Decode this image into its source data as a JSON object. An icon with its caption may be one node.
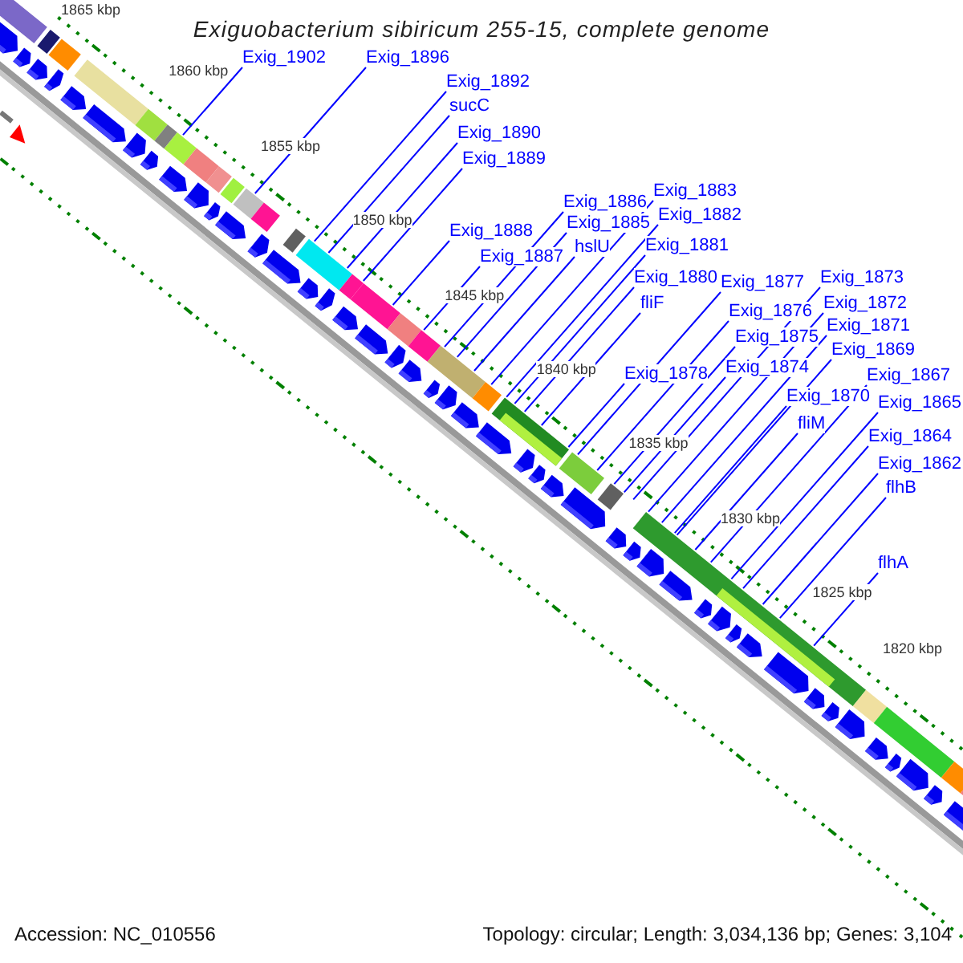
{
  "diagram": {
    "title": "Exiguobacterium sibiricum 255-15, complete genome",
    "nodes": [
      {
        "text": [
          "Exig_1902"
        ]
      },
      {
        "text": [
          "Exig_1896"
        ]
      },
      {
        "text": [
          "Exig_1892"
        ]
      },
      {
        "text": [
          "sucC"
        ]
      },
      {
        "text": [
          "Exig_1890"
        ]
      },
      {
        "text": [
          "Exig_1889"
        ]
      },
      {
        "text": [
          "Exig_1883"
        ]
      },
      {
        "text": [
          "Exig_1886"
        ]
      },
      {
        "text": [
          "Exig_1882"
        ]
      },
      {
        "text": [
          "Exig_1885"
        ]
      },
      {
        "text": [
          "Exig_1888"
        ]
      },
      {
        "text": [
          "hslU"
        ]
      },
      {
        "text": [
          "Exig_1881"
        ]
      },
      {
        "text": [
          "Exig_1887"
        ]
      },
      {
        "text": [
          "Exig_1880"
        ]
      },
      {
        "text": [
          "Exig_1873"
        ]
      },
      {
        "text": [
          "Exig_1877"
        ]
      },
      {
        "text": [
          "fliF"
        ]
      },
      {
        "text": [
          "Exig_1872"
        ]
      },
      {
        "text": [
          "Exig_1876"
        ]
      },
      {
        "text": [
          "Exig_1871"
        ]
      },
      {
        "text": [
          "Exig_1875"
        ]
      },
      {
        "text": [
          "Exig_1869"
        ]
      },
      {
        "text": [
          "Exig_1874"
        ]
      },
      {
        "text": [
          "Exig_1878"
        ]
      },
      {
        "text": [
          "Exig_1867"
        ]
      },
      {
        "text": [
          "Exig_1870"
        ]
      },
      {
        "text": [
          "Exig_1865"
        ]
      },
      {
        "text": [
          "fliM"
        ]
      },
      {
        "text": [
          "Exig_1864"
        ]
      },
      {
        "text": [
          "Exig_1862"
        ]
      },
      {
        "text": [
          "flhB"
        ]
      },
      {
        "text": [
          "flhA"
        ]
      }
    ],
    "edges": [
      {
        "from": 0,
        "to": null,
        "arrow": "none"
      },
      {
        "from": 1,
        "to": null,
        "arrow": "none"
      },
      {
        "from": 2,
        "to": null,
        "arrow": "none"
      },
      {
        "from": 3,
        "to": null,
        "arrow": "none"
      },
      {
        "from": 4,
        "to": null,
        "arrow": "none"
      },
      {
        "from": 5,
        "to": null,
        "arrow": "none"
      },
      {
        "from": 6,
        "to": null,
        "arrow": "none"
      },
      {
        "from": 7,
        "to": null,
        "arrow": "none"
      },
      {
        "from": 8,
        "to": null,
        "arrow": "none"
      },
      {
        "from": 9,
        "to": null,
        "arrow": "none"
      },
      {
        "from": 10,
        "to": null,
        "arrow": "none"
      },
      {
        "from": 11,
        "to": null,
        "arrow": "none"
      },
      {
        "from": 12,
        "to": null,
        "arrow": "none"
      },
      {
        "from": 13,
        "to": null,
        "arrow": "none"
      },
      {
        "from": 14,
        "to": null,
        "arrow": "none"
      },
      {
        "from": 15,
        "to": null,
        "arrow": "none"
      },
      {
        "from": 16,
        "to": null,
        "arrow": "none"
      },
      {
        "from": 17,
        "to": null,
        "arrow": "none"
      },
      {
        "from": 18,
        "to": null,
        "arrow": "none"
      },
      {
        "from": 19,
        "to": null,
        "arrow": "none"
      },
      {
        "from": 20,
        "to": null,
        "arrow": "none"
      },
      {
        "from": 21,
        "to": null,
        "arrow": "none"
      },
      {
        "from": 22,
        "to": null,
        "arrow": "none"
      },
      {
        "from": 23,
        "to": null,
        "arrow": "none"
      },
      {
        "from": 24,
        "to": null,
        "arrow": "none"
      },
      {
        "from": 25,
        "to": null,
        "arrow": "none"
      },
      {
        "from": 26,
        "to": null,
        "arrow": "none"
      },
      {
        "from": 27,
        "to": null,
        "arrow": "none"
      },
      {
        "from": 28,
        "to": null,
        "arrow": "none"
      },
      {
        "from": 29,
        "to": null,
        "arrow": "none"
      },
      {
        "from": 30,
        "to": null,
        "arrow": "none"
      },
      {
        "from": 31,
        "to": null,
        "arrow": "none"
      },
      {
        "from": 32,
        "to": null,
        "arrow": "none"
      }
    ],
    "labels": [
      "1865 kbp",
      "1860 kbp",
      "1855 kbp",
      "1850 kbp",
      "1845 kbp",
      "1840 kbp",
      "1835 kbp",
      "1830 kbp",
      "1825 kbp",
      "1820 kbp",
      "Accession: NC_010556",
      "Topology: circular; Length: 3,034,136 bp; Genes: 3,104"
    ]
  }
}
